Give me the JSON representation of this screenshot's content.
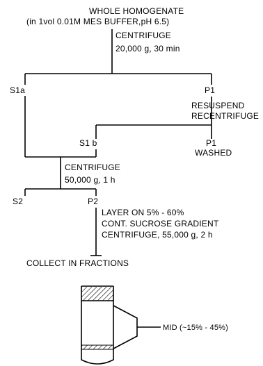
{
  "flowchart": {
    "title": "WHOLE HOMOGENATE",
    "subtitle_pre": "(in 1vol 0.01M MES BUFFER,pH 6.5)",
    "step1_line1": "CENTRIFUGE",
    "step1_speed": "20,000",
    "step1_g": "g",
    "step1_time": ", 30 min",
    "s1a": "S1a",
    "p1": "P1",
    "resuspend": "RESUSPEND",
    "recentrifuge": "RECENTRIFUGE",
    "s1b": "S1 b",
    "p1_washed_label": "P1",
    "washed": "WASHED",
    "step2_line1": "CENTRIFUGE",
    "step2_speed": "50,000",
    "step2_g": "g",
    "step2_time": ", 1 h",
    "s2": "S2",
    "p2": "P2",
    "layer_line1": "LAYER ON 5% - 60%",
    "layer_line2": "CONT. SUCROSE GRADIENT",
    "layer_line3_pre": "CENTRIFUGE, 55,000 ",
    "layer_g": "g",
    "layer_line3_post": ", 2 h",
    "collect": "COLLECT IN FRACTIONS",
    "tube_label": "MID  (~15% - 45%)"
  }
}
